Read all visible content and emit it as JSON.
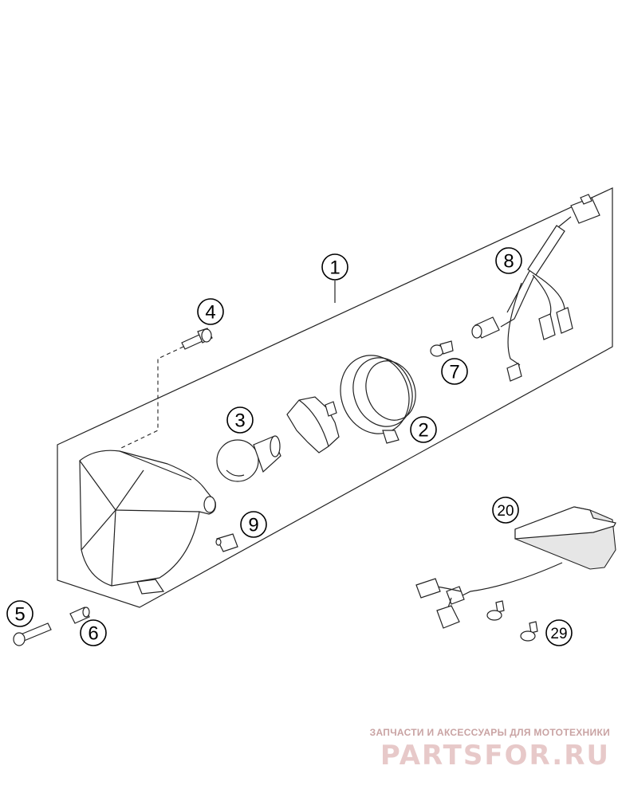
{
  "callouts": {
    "c1": "1",
    "c2": "2",
    "c3": "3",
    "c4": "4",
    "c5": "5",
    "c6": "6",
    "c7": "7",
    "c8": "8",
    "c9": "9",
    "c20": "20",
    "c29": "29"
  },
  "watermark": {
    "tagline": "ЗАПЧАСТИ И АКСЕССУАРЫ ДЛЯ МОТОТЕХНИКИ",
    "logo": "PARTSFOR.RU"
  }
}
